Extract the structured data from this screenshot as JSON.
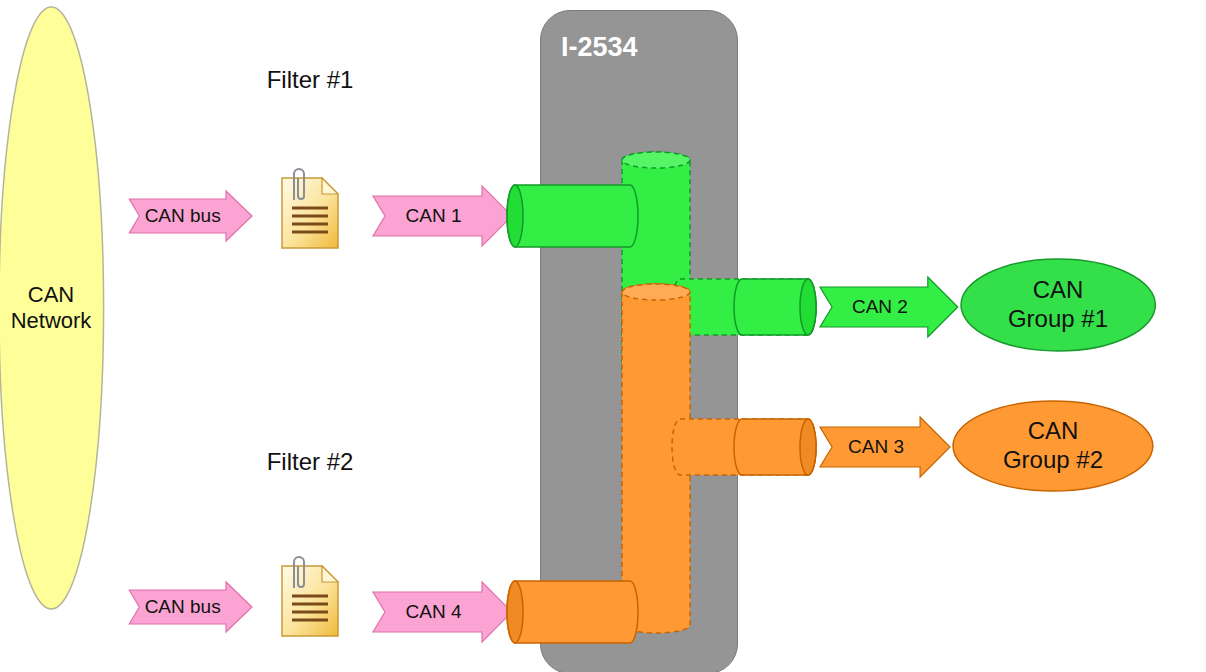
{
  "diagram": {
    "nodes": [
      {
        "text": [
          "CAN Network"
        ]
      },
      {
        "text": [
          "Filter #1"
        ]
      },
      {
        "text": [
          "Filter #2"
        ]
      },
      {
        "text": [
          "I-2534"
        ]
      },
      {
        "text": [
          "CAN Group #1"
        ]
      },
      {
        "text": [
          "CAN Group #2"
        ]
      }
    ],
    "edges": [
      {
        "from": 0,
        "to": 1,
        "label": "CAN bus",
        "arrow": "to"
      },
      {
        "from": 1,
        "to": 3,
        "label": "CAN 1",
        "arrow": "to"
      },
      {
        "from": 3,
        "to": 4,
        "label": "CAN 2",
        "arrow": "to"
      },
      {
        "from": 0,
        "to": 2,
        "label": "CAN bus",
        "arrow": "to"
      },
      {
        "from": 2,
        "to": 3,
        "label": "CAN 4",
        "arrow": "to"
      },
      {
        "from": 3,
        "to": 5,
        "label": "CAN 3",
        "arrow": "to"
      }
    ]
  }
}
